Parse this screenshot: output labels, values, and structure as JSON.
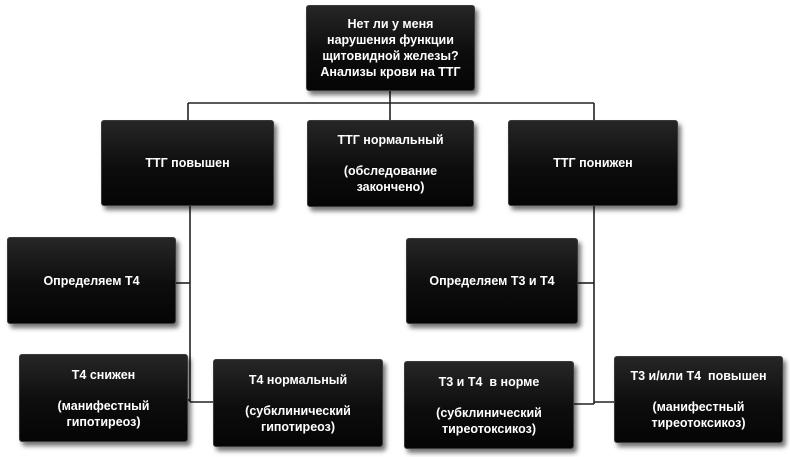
{
  "root": {
    "lines": [
      "Нет ли у меня",
      "нарушения функции",
      "щитовидной железы?",
      "Анализы крови на ТТГ"
    ]
  },
  "tsh_high": {
    "label": "ТТГ повышен"
  },
  "tsh_normal": {
    "title": "ТТГ нормальный",
    "note_line1": "(обследование",
    "note_line2": "закончено)"
  },
  "tsh_low": {
    "label": "ТТГ понижен"
  },
  "determine_t4": {
    "label": "Определяем Т4"
  },
  "determine_t3_t4": {
    "label": "Определяем Т3 и Т4"
  },
  "t4_low": {
    "title": "Т4 снижен",
    "note_line1": "(манифестный",
    "note_line2": "гипотиреоз)"
  },
  "t4_normal": {
    "title": "Т4 нормальный",
    "note_line1": "(субклинический",
    "note_line2": "гипотиреоз)"
  },
  "t3_t4_normal": {
    "title": "Т3 и Т4  в норме",
    "note_line1": "(субклинический",
    "note_line2": "тиреотоксикоз)"
  },
  "t3_t4_high": {
    "title": "Т3 и/или Т4  повышен",
    "note_line1": "(манифестный",
    "note_line2": "тиреотоксикоз)"
  },
  "colors": {
    "box_fill": "#0d0d0d",
    "box_text": "#ffffff",
    "connector": "#222222",
    "background": "#ffffff"
  }
}
